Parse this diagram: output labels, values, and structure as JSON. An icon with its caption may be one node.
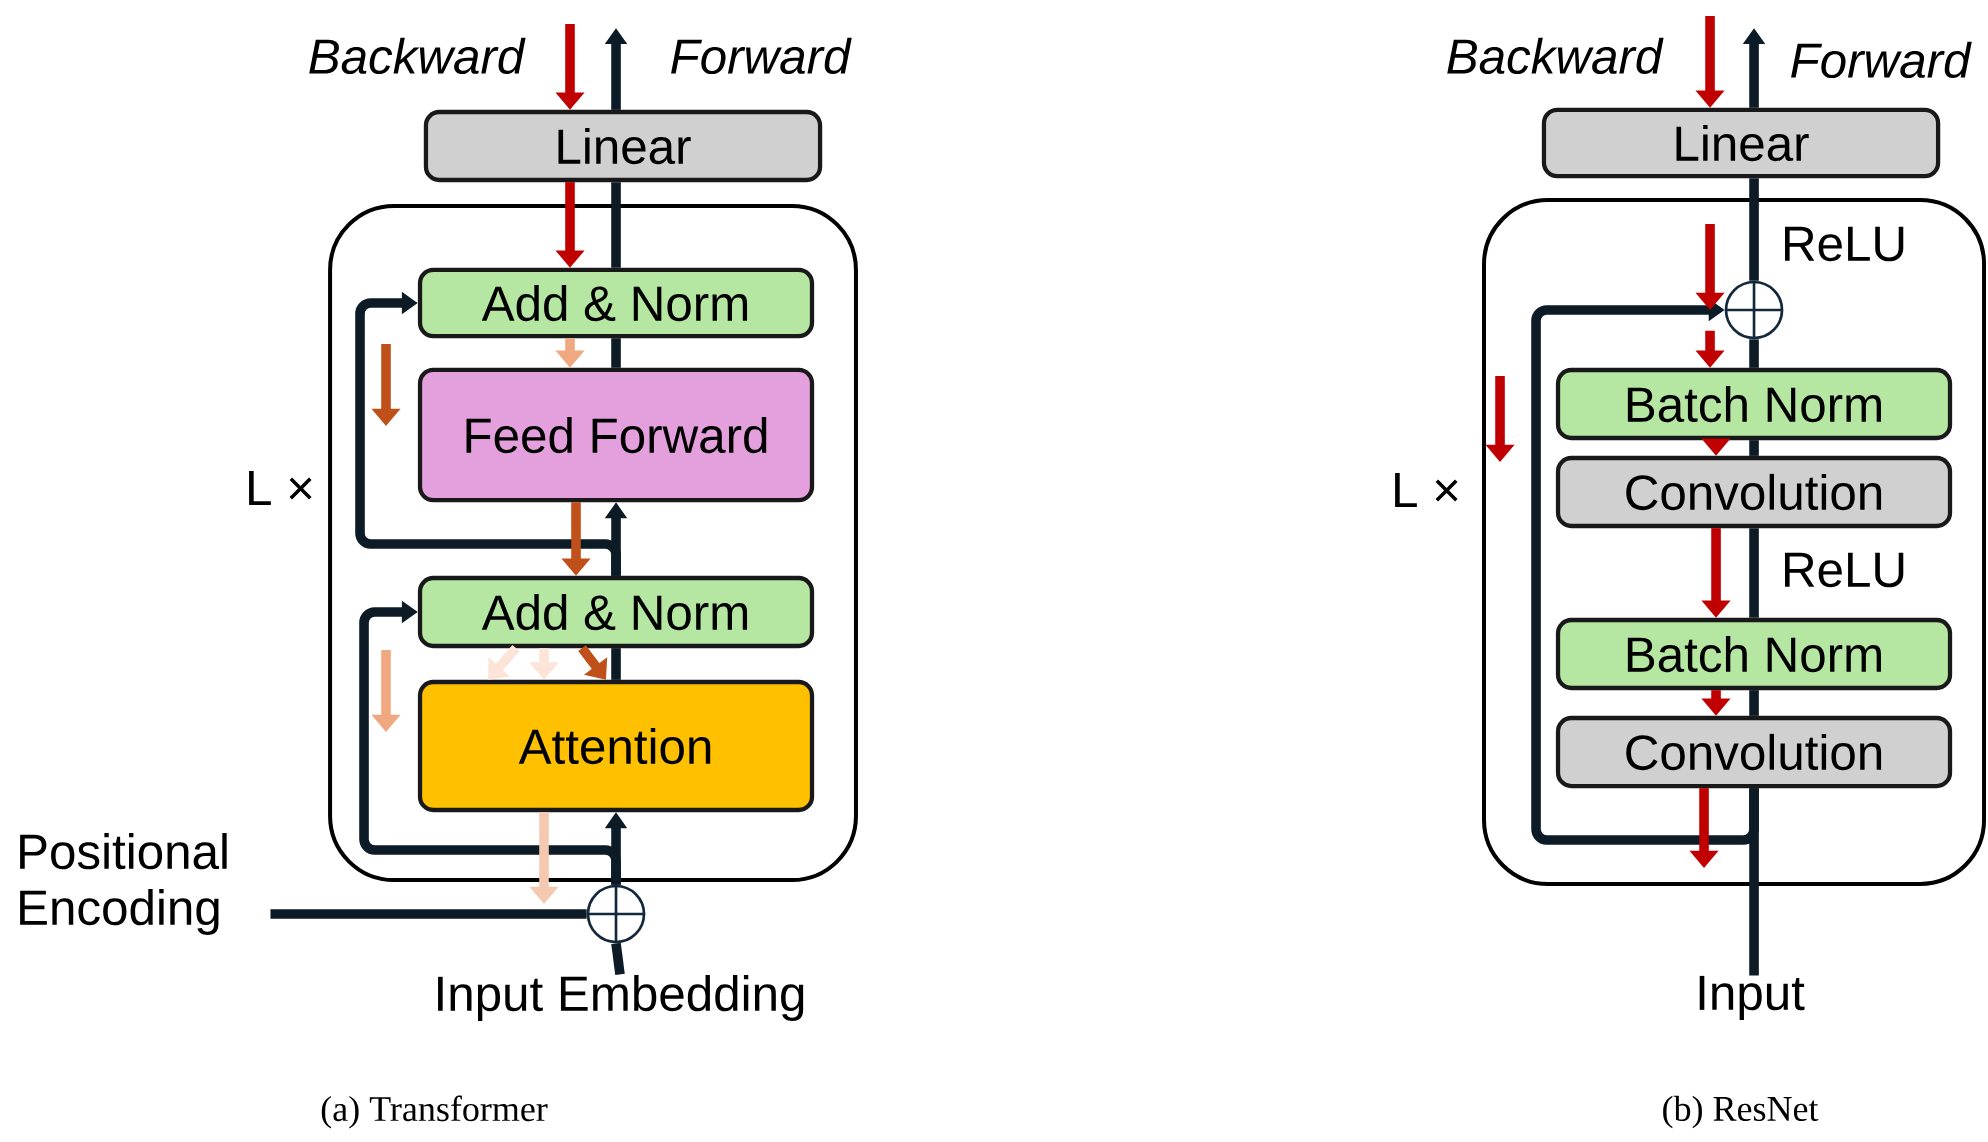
{
  "diagram": {
    "nodes": [
      {
        "text": [],
        "shape": "box",
        "beside": [
          "L ×"
        ]
      },
      {
        "text": [
          "Linear"
        ]
      },
      {
        "text": [
          "Add & Norm"
        ],
        "in": 0
      },
      {
        "text": [
          "Feed Forward"
        ],
        "in": 0
      },
      {
        "text": [
          "Add & Norm"
        ],
        "in": 0
      },
      {
        "text": [
          "Attention"
        ],
        "in": 0
      },
      {
        "text": [],
        "shape": "circle"
      },
      {
        "text": [
          "Positional Encoding"
        ]
      },
      {
        "text": [
          "Input Embedding"
        ]
      },
      {
        "text": [],
        "shape": "box",
        "beside": [
          "L ×"
        ]
      },
      {
        "text": [
          "Linear"
        ]
      },
      {
        "text": [],
        "shape": "circle",
        "in": 9
      },
      {
        "text": [
          "Batch Norm"
        ],
        "in": 9
      },
      {
        "text": [
          "Convolution"
        ],
        "in": 9
      },
      {
        "text": [
          "Batch Norm"
        ],
        "in": 9
      },
      {
        "text": [
          "Convolution"
        ],
        "in": 9
      },
      {
        "text": [
          "Input"
        ]
      }
    ],
    "edges": [
      {
        "from": 8,
        "to": 6,
        "arrow": "none"
      },
      {
        "from": 7,
        "to": 6,
        "arrow": "none"
      },
      {
        "from": 6,
        "to": 5,
        "arrow": "to"
      },
      {
        "from": 5,
        "to": 4,
        "arrow": "none"
      },
      {
        "from": 4,
        "to": 3,
        "arrow": "to"
      },
      {
        "from": 3,
        "to": 2,
        "arrow": "none"
      },
      {
        "from": 2,
        "to": 1,
        "arrow": "none"
      },
      {
        "from": 1,
        "to": null,
        "arrow": "to"
      },
      {
        "from": 6,
        "to": 4,
        "arrow": "to"
      },
      {
        "from": 4,
        "to": 2,
        "arrow": "to"
      },
      {
        "from": 16,
        "to": 15,
        "arrow": "none"
      },
      {
        "from": 15,
        "to": 14,
        "arrow": "none"
      },
      {
        "from": 14,
        "to": 13,
        "arrow": "none"
      },
      {
        "from": 13,
        "to": 12,
        "arrow": "none"
      },
      {
        "from": 12,
        "to": 11,
        "arrow": "none"
      },
      {
        "from": 11,
        "to": 10,
        "arrow": "none"
      },
      {
        "from": 10,
        "to": null,
        "arrow": "to"
      },
      {
        "from": 15,
        "to": 11,
        "arrow": "to"
      },
      {
        "from": null,
        "to": 1,
        "arrow": "to",
        "color": "#c00000"
      },
      {
        "from": 1,
        "to": 2,
        "arrow": "to",
        "color": "#c00000"
      },
      {
        "from": 2,
        "to": 3,
        "arrow": "to",
        "color": "#f0a880"
      },
      {
        "from": 3,
        "to": 4,
        "arrow": "to",
        "color": "#c0501a"
      },
      {
        "from": 4,
        "to": 5,
        "arrow": "to",
        "color": "#fde4d8"
      },
      {
        "from": 4,
        "to": 5,
        "arrow": "to",
        "color": "#fde4d8"
      },
      {
        "from": 4,
        "to": 5,
        "arrow": "to",
        "color": "#c0501a"
      },
      {
        "from": 5,
        "to": null,
        "arrow": "to",
        "color": "#f5c8b0"
      },
      {
        "from": null,
        "to": 10,
        "arrow": "to",
        "color": "#c00000"
      },
      {
        "from": null,
        "to": 11,
        "arrow": "to",
        "color": "#c00000"
      },
      {
        "from": 11,
        "to": 12,
        "arrow": "to",
        "color": "#c00000"
      },
      {
        "from": 12,
        "to": 13,
        "arrow": "to",
        "color": "#c00000"
      },
      {
        "from": 13,
        "to": 14,
        "arrow": "to",
        "color": "#c00000"
      },
      {
        "from": 14,
        "to": 15,
        "arrow": "to",
        "color": "#c00000"
      },
      {
        "from": 15,
        "to": null,
        "arrow": "to",
        "color": "#c00000"
      }
    ],
    "labels": [
      "Backward",
      "Forward",
      "(a) Transformer",
      "Backward",
      "Forward",
      "ReLU",
      "ReLU",
      "(b) ResNet"
    ]
  }
}
